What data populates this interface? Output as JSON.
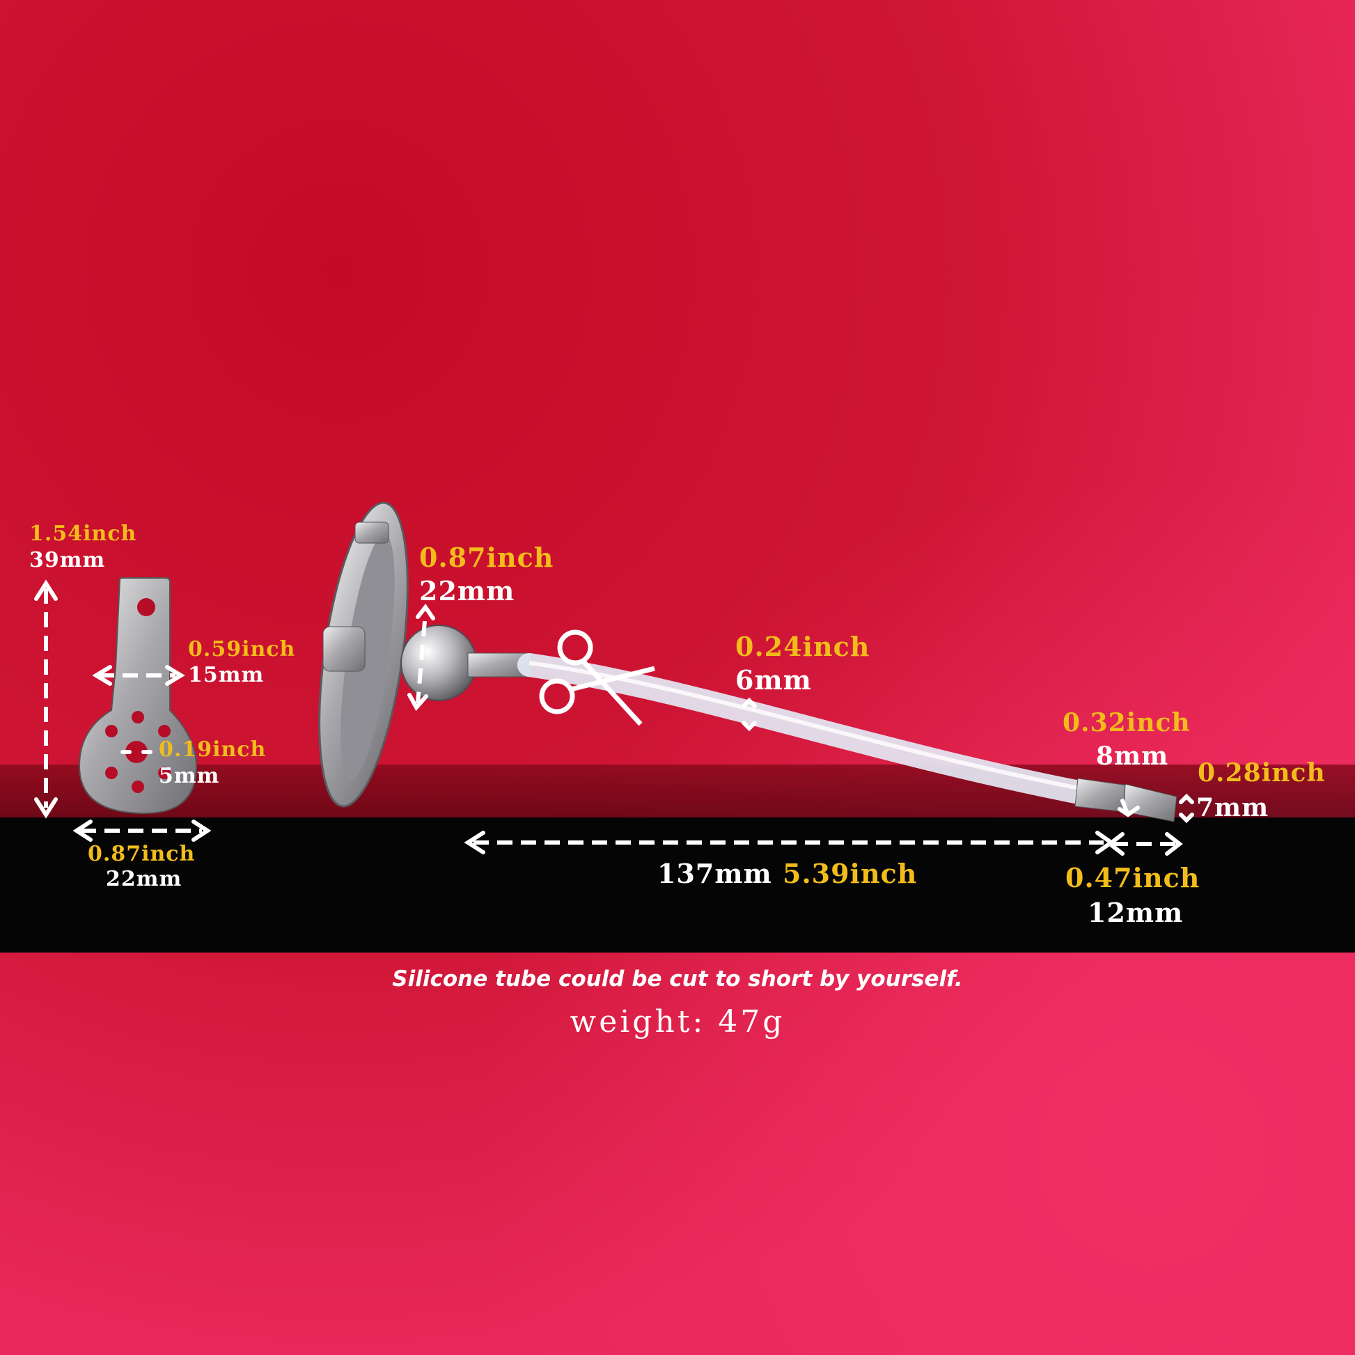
{
  "photo": {
    "colors": {
      "background": "#c8102e",
      "band": "#050505",
      "inch_text": "#f2bd1b",
      "mm_text": "#ffffff",
      "metal": "#c9c9cc",
      "tube": "#e8ecf5"
    },
    "icons": [
      "scissors-icon",
      "dashed-arrow"
    ]
  },
  "plate": {
    "height_in": "1.54inch",
    "height_mm": "39mm",
    "tab_width_in": "0.59inch",
    "tab_width_mm": "15mm",
    "hole_in": "0.19inch",
    "hole_mm": "5mm",
    "base_width_in": "0.87inch",
    "base_width_mm": "22mm"
  },
  "ring": {
    "ball_in": "0.87inch",
    "ball_mm": "22mm"
  },
  "tube": {
    "diam_in": "0.24inch",
    "diam_mm": "6mm",
    "length_mm": "137mm",
    "length_in": "5.39inch"
  },
  "tip": {
    "collar_in": "0.32inch",
    "collar_mm": "8mm",
    "end_in": "0.28inch",
    "end_mm": "7mm",
    "length_in": "0.47inch",
    "length_mm": "12mm"
  },
  "note": "Silicone tube could be cut to short by yourself.",
  "weight": "weight: 47g"
}
